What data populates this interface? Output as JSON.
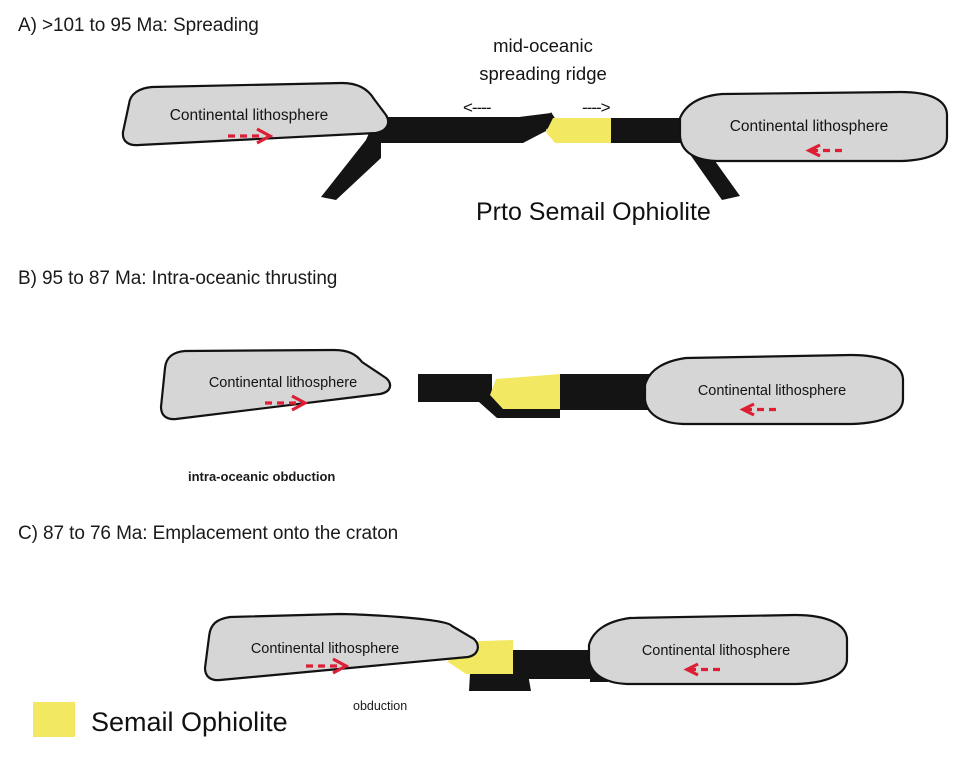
{
  "figure": {
    "title_a": "A) >101 to 95 Ma: Spreading",
    "title_b": "B) 95 to 87 Ma: Intra-oceanic thrusting",
    "title_c": "C) 87 to 76 Ma: Emplacement onto the craton"
  },
  "colors": {
    "ophiolite_yellow": "#f3e862",
    "lithosphere_gray": "#d6d6d6",
    "oceanic_crust_black": "#141414",
    "motion_arrow_red": "#dd1f35",
    "outline_black": "#121212",
    "background": "#ffffff"
  },
  "panel_a": {
    "id": "A",
    "label": "A) >101 to 95 Ma: Spreading",
    "age_range": ">101 to 95 Ma",
    "process": "Spreading",
    "ridge_label_line1": "mid-oceanic",
    "ridge_label_line2": "spreading ridge",
    "spread_arrow_left": "<----",
    "spread_arrow_right": "---->",
    "left_plate_label": "Continental lithosphere",
    "left_plate_motion": "---->",
    "right_plate_label": "Continental lithosphere",
    "right_plate_motion": "<----",
    "ophiolite_caption": "Prto Semail Ophiolite"
  },
  "panel_b": {
    "id": "B",
    "label": "B) 95 to 87 Ma: Intra-oceanic thrusting",
    "age_range": "95 to 87 Ma",
    "process": "Intra-oceanic thrusting",
    "left_plate_label": "Continental lithosphere",
    "left_plate_motion": "---->",
    "right_plate_label": "Continental lithosphere",
    "right_plate_motion": "<----",
    "process_caption": "intra-oceanic obduction"
  },
  "panel_c": {
    "id": "C",
    "label": "C) 87 to 76 Ma: Emplacement onto the craton",
    "age_range": "87 to 76 Ma",
    "process": "Emplacement onto the craton",
    "left_plate_label": "Continental lithosphere",
    "left_plate_motion": "---->",
    "right_plate_label": "Continental lithosphere",
    "right_plate_motion": "<----",
    "process_caption": "obduction"
  },
  "legend": {
    "swatch_name": "ophiolite-swatch",
    "label": "Semail Ophiolite"
  }
}
